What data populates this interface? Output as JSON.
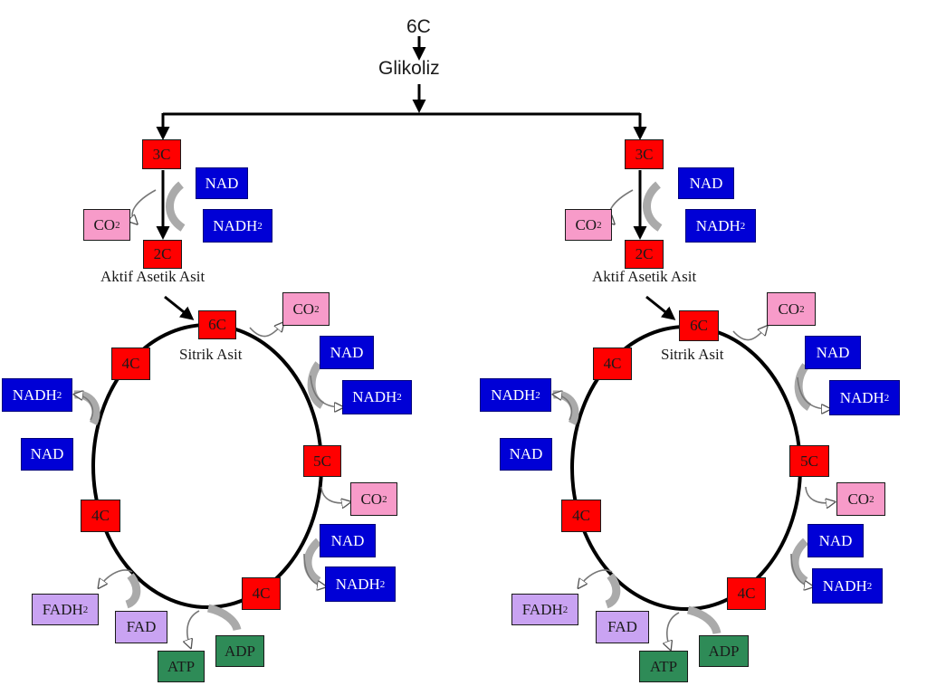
{
  "top": {
    "start": "6C",
    "process": "Glikoliz"
  },
  "sides": [
    {
      "pyruvate": "3C",
      "acetyl": "2C",
      "acetyl_label": "Aktif Asetik Asit",
      "citrate": "6C",
      "citrate_label": "Sitrik Asit",
      "five_c": "5C",
      "four_c_bottom": "4C",
      "four_c_left": "4C",
      "four_c_top": "4C",
      "nad": "NAD",
      "nadh_base": "NADH",
      "nadh_sub": "2",
      "co2_base": "CO",
      "co2_sub": "2",
      "fad": "FAD",
      "fadh_base": "FADH",
      "fadh_sub": "2",
      "atp": "ATP",
      "adp": "ADP"
    },
    {
      "pyruvate": "3C",
      "acetyl": "2C",
      "acetyl_label": "Aktif Asetik Asit",
      "citrate": "6C",
      "citrate_label": "Sitrik Asit",
      "five_c": "5C",
      "four_c_bottom": "4C",
      "four_c_left": "4C",
      "four_c_top": "4C",
      "nad": "NAD",
      "nadh_base": "NADH",
      "nadh_sub": "2",
      "co2_base": "CO",
      "co2_sub": "2",
      "fad": "FAD",
      "fadh_base": "FADH",
      "fadh_sub": "2",
      "atp": "ATP",
      "adp": "ADP"
    }
  ],
  "colors": {
    "carbon": "#ff0000",
    "nad": "#0000d6",
    "co2": "#f79bc9",
    "fad": "#c9a3f2",
    "atp": "#2e8b57"
  }
}
